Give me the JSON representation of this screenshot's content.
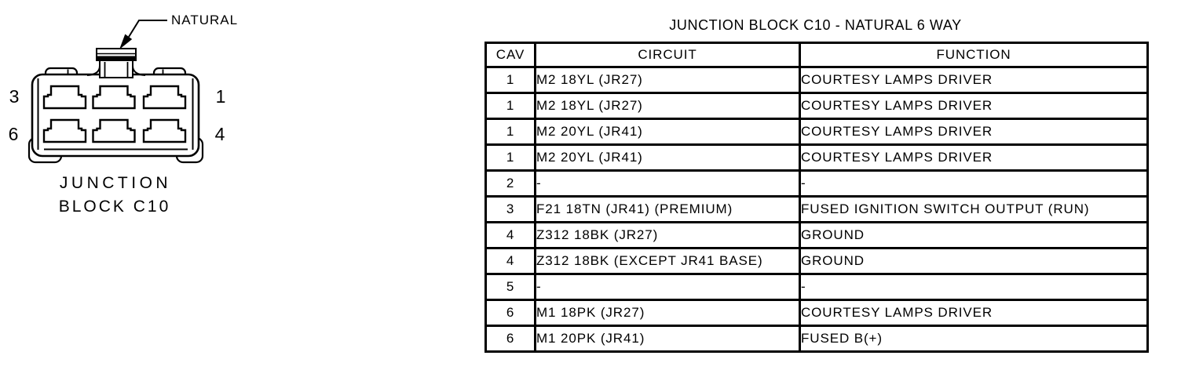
{
  "diagram": {
    "connector_color_label": "NATURAL",
    "caption_line1": "JUNCTION",
    "caption_line2": "BLOCK C10",
    "pins": {
      "top_left": "3",
      "top_right": "1",
      "bottom_left": "6",
      "bottom_right": "4"
    }
  },
  "table": {
    "title": "JUNCTION BLOCK C10 - NATURAL 6 WAY",
    "columns": [
      "CAV",
      "CIRCUIT",
      "FUNCTION"
    ],
    "rows": [
      {
        "cav": "1",
        "circuit": "M2 18YL (JR27)",
        "function": "COURTESY LAMPS DRIVER"
      },
      {
        "cav": "1",
        "circuit": "M2 18YL (JR27)",
        "function": "COURTESY LAMPS DRIVER"
      },
      {
        "cav": "1",
        "circuit": "M2 20YL (JR41)",
        "function": "COURTESY LAMPS DRIVER"
      },
      {
        "cav": "1",
        "circuit": "M2 20YL (JR41)",
        "function": "COURTESY LAMPS DRIVER"
      },
      {
        "cav": "2",
        "circuit": "-",
        "function": "-"
      },
      {
        "cav": "3",
        "circuit": "F21 18TN (JR41) (PREMIUM)",
        "function": "FUSED IGNITION SWITCH OUTPUT (RUN)"
      },
      {
        "cav": "4",
        "circuit": "Z312 18BK (JR27)",
        "function": "GROUND"
      },
      {
        "cav": "4",
        "circuit": "Z312 18BK (EXCEPT JR41 BASE)",
        "function": "GROUND"
      },
      {
        "cav": "5",
        "circuit": "-",
        "function": "-"
      },
      {
        "cav": "6",
        "circuit": "M1 18PK (JR27)",
        "function": "COURTESY LAMPS DRIVER"
      },
      {
        "cav": "6",
        "circuit": "M1 20PK (JR41)",
        "function": "FUSED B(+)"
      }
    ]
  },
  "colors": {
    "line": "#000000",
    "background": "#ffffff"
  }
}
